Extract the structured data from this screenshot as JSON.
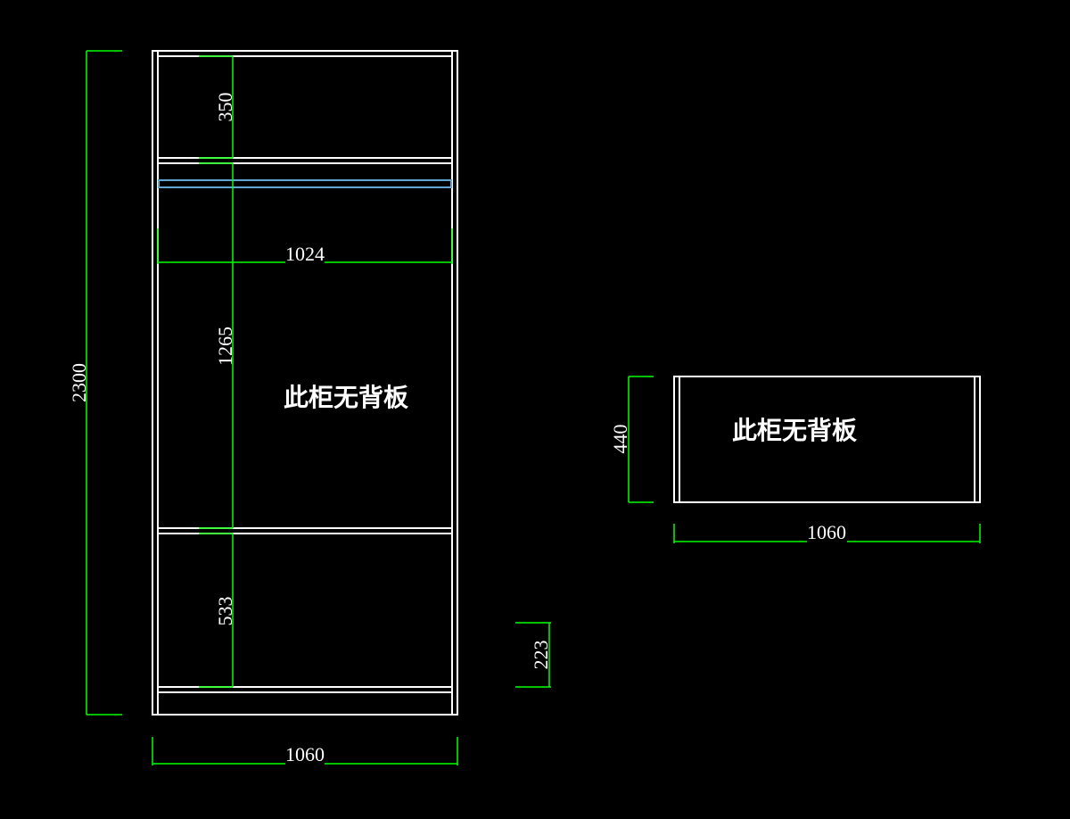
{
  "colors": {
    "background": "#000000",
    "outline": "#ffffff",
    "dimension": "#00ff00",
    "rail": "#5fa8d3"
  },
  "front_view": {
    "note": "此柜无背板",
    "dims": {
      "total_height": "2300",
      "top_compartment": "350",
      "rail_width": "1024",
      "middle_compartment": "1265",
      "bottom_compartment": "533",
      "total_width": "1060"
    }
  },
  "plinth": {
    "height": "223"
  },
  "top_view": {
    "note": "此柜无背板",
    "dims": {
      "depth": "440",
      "width": "1060"
    }
  }
}
